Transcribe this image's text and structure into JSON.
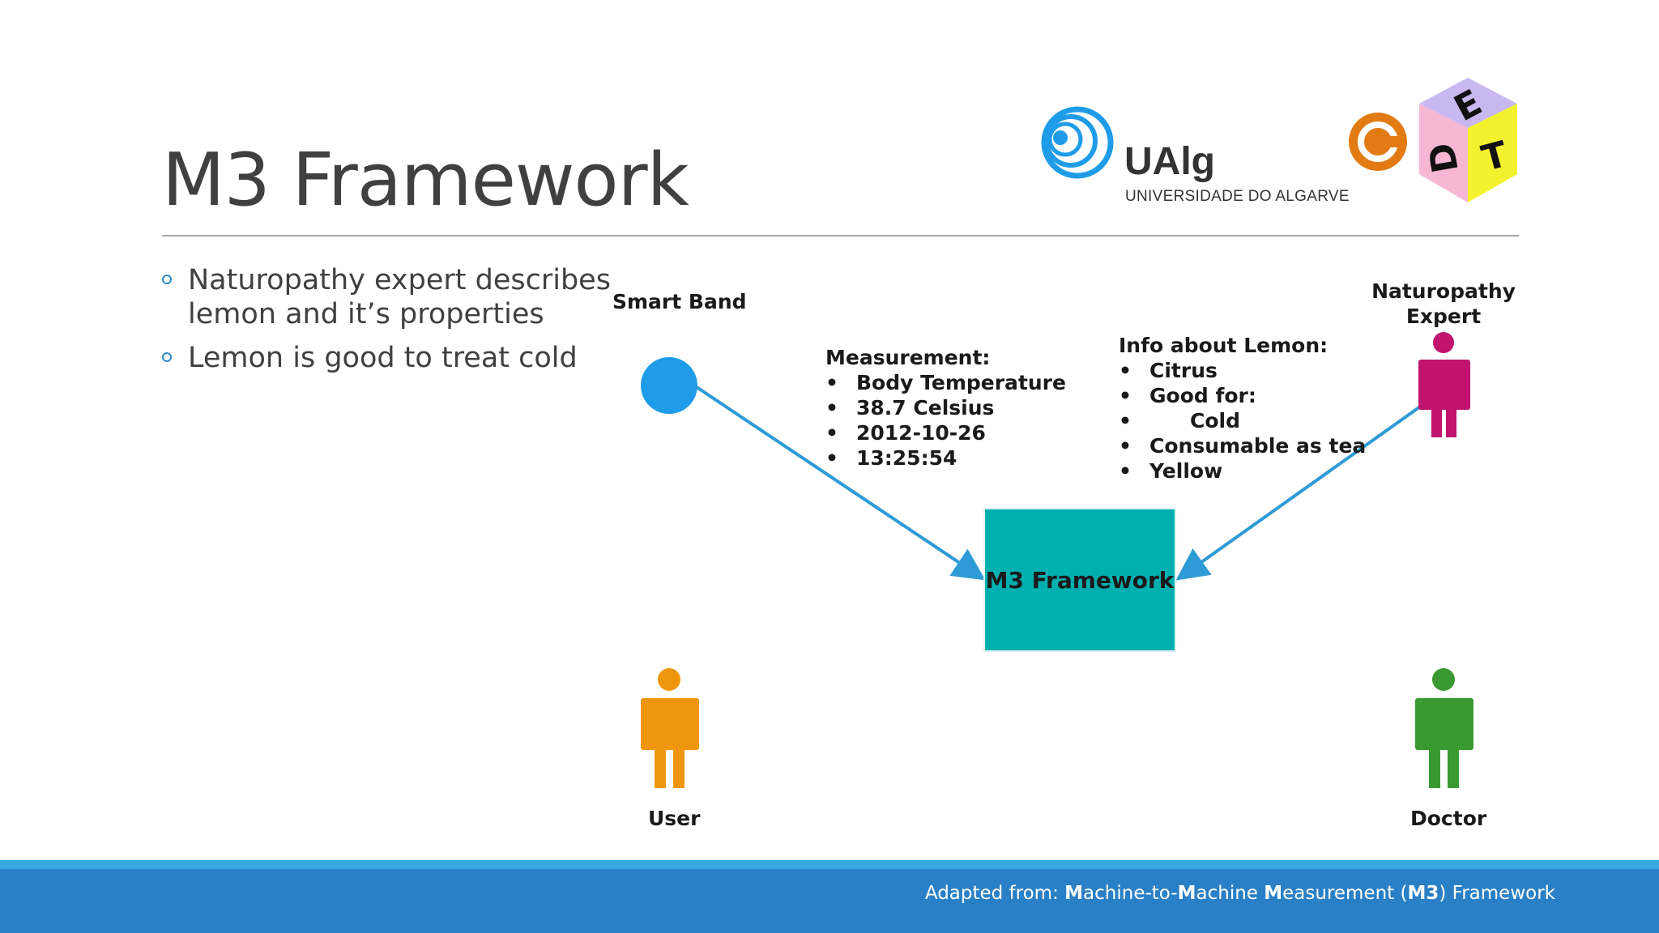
{
  "slide": {
    "title": "M3 Framework",
    "bullets": [
      "Naturopathy expert describes lemon and it’s properties",
      "Lemon is good to treat cold"
    ]
  },
  "logo": {
    "name": "UAlg",
    "subtitle": "UNIVERSIDADE DO ALGARVE",
    "cube_letters": [
      "E",
      "D",
      "T"
    ]
  },
  "diagram": {
    "smart_band_label": "Smart Band",
    "expert_label_line1": "Naturopathy",
    "expert_label_line2": "Expert",
    "user_label": "User",
    "doctor_label": "Doctor",
    "center_box_label": "M3 Framework",
    "measurement": {
      "heading": "Measurement:",
      "items": [
        "Body Temperature",
        "38.7 Celsius",
        "2012-10-26",
        "13:25:54"
      ]
    },
    "lemon_info": {
      "heading": "Info about Lemon:",
      "items": [
        "Citrus",
        "Good for:",
        "Cold",
        "Consumable as tea",
        "Yellow"
      ]
    }
  },
  "footer": {
    "prefix": "Adapted from: ",
    "w1_initial": "M",
    "w1_rest": "achine-to-",
    "w2_initial": "M",
    "w2_rest": "achine ",
    "w3_initial": "M",
    "w3_rest": "easurement (",
    "abbr": "M3",
    "suffix": ") Framework"
  },
  "colors": {
    "accent": "#2a80c6",
    "stripe": "#35a9e0",
    "box": "#00b0b0",
    "smart_band": "#1e9ce8",
    "expert": "#c0146e",
    "user": "#f0960e",
    "doctor": "#3a9a32",
    "arrow": "#2e9bd6"
  }
}
